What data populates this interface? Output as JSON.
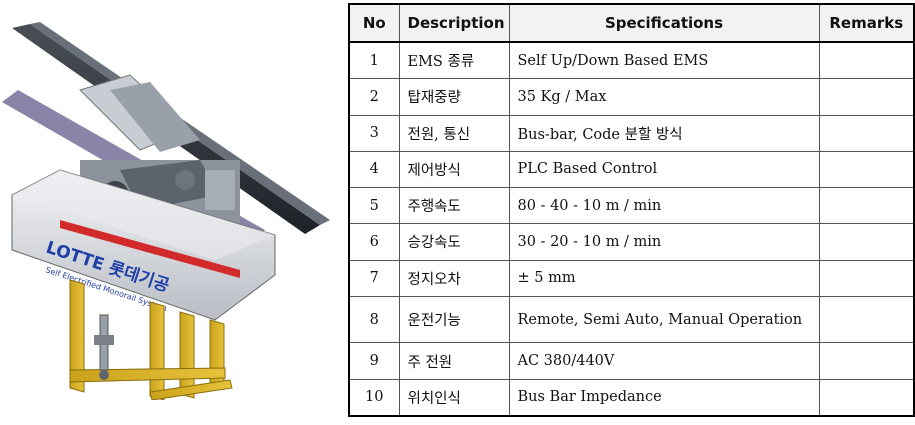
{
  "table": {
    "headers": [
      "No",
      "Description",
      "Specifications",
      "Remarks"
    ],
    "rows": [
      {
        "no": "1",
        "desc": "EMS 종류",
        "spec": "Self Up/Down Based EMS",
        "remark": ""
      },
      {
        "no": "2",
        "desc": "탑재중량",
        "spec": "35 Kg / Max",
        "remark": ""
      },
      {
        "no": "3",
        "desc": "전원, 통신",
        "spec": "Bus-bar, Code 분할 방식",
        "remark": ""
      },
      {
        "no": "4",
        "desc": "제어방식",
        "spec": "PLC Based Control",
        "remark": ""
      },
      {
        "no": "5",
        "desc": "주행속도",
        "spec": "80 - 40 - 10 m / min",
        "remark": ""
      },
      {
        "no": "6",
        "desc": "승강속도",
        "spec": "30 - 20 - 10 m / min",
        "remark": ""
      },
      {
        "no": "7",
        "desc": "정지오차",
        "spec": "± 5 mm",
        "remark": ""
      },
      {
        "no": "8",
        "desc": "운전기능",
        "spec": "Remote, Semi Auto, Manual Operation",
        "remark": ""
      },
      {
        "no": "9",
        "desc": "주 전원",
        "spec": "AC 380/440V",
        "remark": ""
      },
      {
        "no": "10",
        "desc": "위치인식",
        "spec": "Bus Bar Impedance",
        "remark": ""
      }
    ]
  },
  "figure": {
    "brand": "LOTTE 롯데기공",
    "subtitle": "Self Electrified Monorail System"
  }
}
